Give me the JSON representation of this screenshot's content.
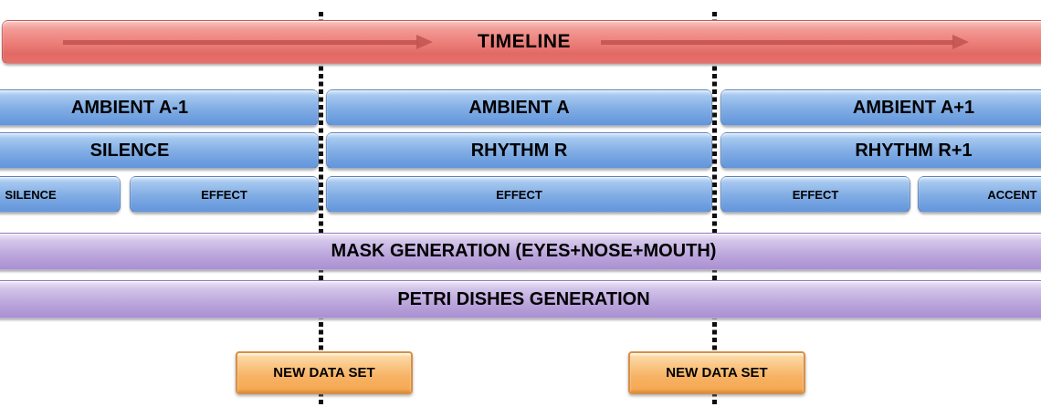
{
  "timeline": {
    "label": "TIMELINE"
  },
  "tracks": {
    "ambient": {
      "segments": [
        {
          "label": "AMBIENT A-1"
        },
        {
          "label": "AMBIENT A"
        },
        {
          "label": "AMBIENT A+1"
        }
      ]
    },
    "rhythm": {
      "segments": [
        {
          "label": "SILENCE"
        },
        {
          "label": "RHYTHM R"
        },
        {
          "label": "RHYTHM R+1"
        }
      ]
    },
    "effects": {
      "segments": [
        {
          "label": "SILENCE"
        },
        {
          "label": "EFFECT"
        },
        {
          "label": "EFFECT"
        },
        {
          "label": "EFFECT"
        },
        {
          "label": "ACCENT"
        }
      ]
    }
  },
  "generation": {
    "segments": [
      {
        "label": "MASK GENERATION (EYES+NOSE+MOUTH)"
      },
      {
        "label": "PETRI DISHES GENERATION"
      }
    ]
  },
  "markers": [
    {
      "label": "NEW DATA SET"
    },
    {
      "label": "NEW DATA SET"
    }
  ],
  "colors": {
    "timeline_bar": "#EC7B76",
    "timeline_arrow": "#C2524E",
    "track_bar": "#7FABE3",
    "generation_bar": "#B7A0D9",
    "marker_box": "#F8B164",
    "marker_border": "#DA8F41",
    "dashed_line": "#0D0D0D",
    "text": "#000000"
  }
}
